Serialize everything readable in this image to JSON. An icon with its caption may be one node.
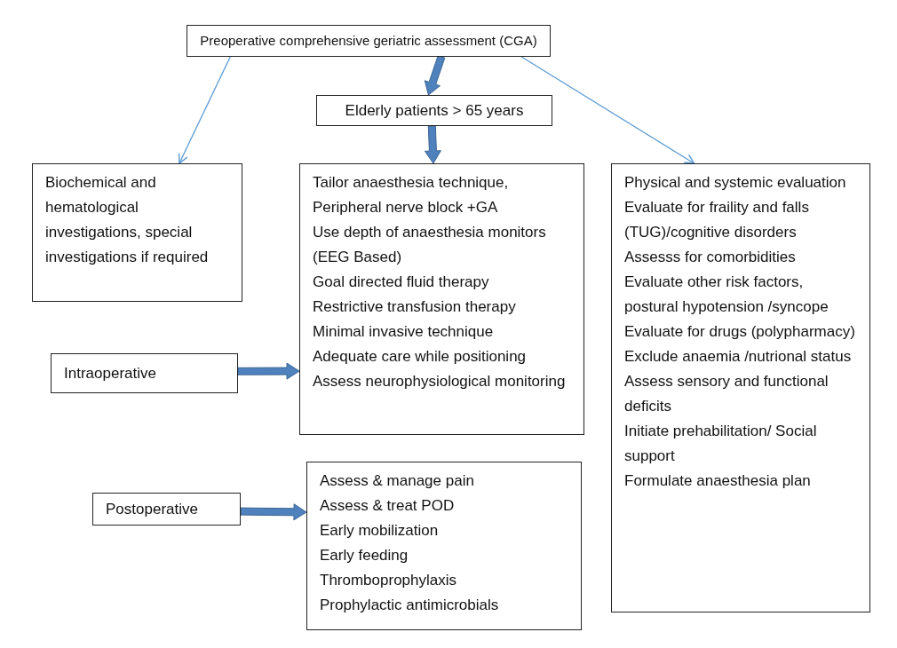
{
  "diagram": {
    "nodes": [
      {
        "text": [
          "Preoperative comprehensive geriatric assessment (CGA)"
        ]
      },
      {
        "text": [
          "Elderly patients > 65 years"
        ]
      },
      {
        "text": [
          "Biochemical and hematological investigations, special investigations if required"
        ]
      },
      {
        "text": [
          "Tailor anaesthesia technique,",
          "Peripheral nerve block +GA",
          "Use depth of anaesthesia monitors (EEG Based)",
          "Goal directed fluid therapy",
          "Restrictive transfusion therapy",
          "Minimal invasive technique",
          "Adequate care while positioning",
          "Assess neurophysiological monitoring"
        ]
      },
      {
        "text": [
          "Physical and systemic evaluation",
          "Evaluate for fraility and falls (TUG)/cognitive disorders",
          "Assesss for comorbidities",
          "Evaluate other risk factors, postural hypotension /syncope",
          "Evaluate for drugs (polypharmacy)",
          "Exclude anaemia /nutrional status",
          "Assess sensory and functional deficits",
          "Initiate prehabilitation/ Social support",
          "Formulate anaesthesia plan"
        ]
      },
      {
        "text": [
          "Intraoperative"
        ]
      },
      {
        "text": [
          "Postoperative"
        ]
      },
      {
        "text": [
          "Assess & manage pain",
          "Assess & treat POD",
          "Early mobilization",
          "Early feeding",
          "Thromboprophylaxis",
          "Prophylactic antimicrobials"
        ]
      }
    ],
    "edges": [
      {
        "from": 0,
        "to": 1,
        "arrow": "to",
        "style": "thick"
      },
      {
        "from": 1,
        "to": 3,
        "arrow": "to",
        "style": "thick"
      },
      {
        "from": 0,
        "to": 2,
        "arrow": "to"
      },
      {
        "from": 0,
        "to": 4,
        "arrow": "to"
      },
      {
        "from": 5,
        "to": 3,
        "arrow": "to",
        "style": "thick"
      },
      {
        "from": 6,
        "to": 7,
        "arrow": "to",
        "style": "thick"
      }
    ]
  }
}
